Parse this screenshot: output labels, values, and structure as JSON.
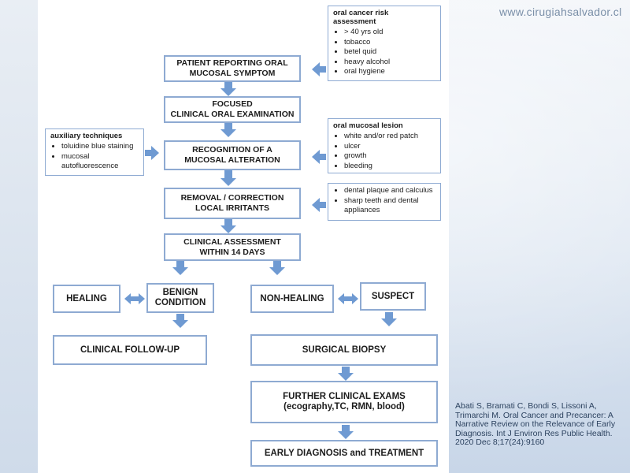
{
  "header": {
    "url": "www.cirugiahsalvador.cl"
  },
  "colors": {
    "arrow": "#6f9ad2",
    "border": "#8eaad2"
  },
  "flow": {
    "patient_reporting": "PATIENT REPORTING ORAL\nMUCOSAL SYMPTOM",
    "focused_exam": "FOCUSED\nCLINICAL ORAL EXAMINATION",
    "recognition": "RECOGNITION OF A\nMUCOSAL ALTERATION",
    "removal": "REMOVAL / CORRECTION\nLOCAL IRRITANTS",
    "clinical_assessment": "CLINICAL ASSESSMENT\nWITHIN 14 DAYS",
    "healing": "HEALING",
    "benign": "BENIGN\nCONDITION",
    "non_healing": "NON-HEALING",
    "suspect": "SUSPECT",
    "follow_up": "CLINICAL FOLLOW-UP",
    "biopsy": "SURGICAL BIOPSY",
    "further_exams": "FURTHER CLINICAL EXAMS\n(ecography,TC, RMN, blood)",
    "early_diagnosis": "EARLY DIAGNOSIS and TREATMENT"
  },
  "notes": {
    "risk": {
      "title": "oral cancer risk\nassessment",
      "items": [
        "> 40 yrs old",
        "tobacco",
        "betel quid",
        "heavy alcohol",
        "oral hygiene"
      ]
    },
    "lesion": {
      "title": "oral mucosal lesion",
      "items": [
        "white and/or red patch",
        "ulcer",
        "growth",
        "bleeding"
      ]
    },
    "auxiliary": {
      "title": "auxiliary techniques",
      "items": [
        "toluidine blue staining",
        "mucosal\nautofluorescence"
      ]
    },
    "irritants": {
      "items": [
        "dental plaque and calculus",
        "sharp teeth and dental\nappliances"
      ]
    }
  },
  "citation": "Abati S, Bramati C, Bondi S, Lissoni A, Trimarchi M. Oral Cancer and Precancer: A Narrative Review on the Relevance of Early Diagnosis. Int J Environ Res Public Health. 2020 Dec 8;17(24):9160"
}
